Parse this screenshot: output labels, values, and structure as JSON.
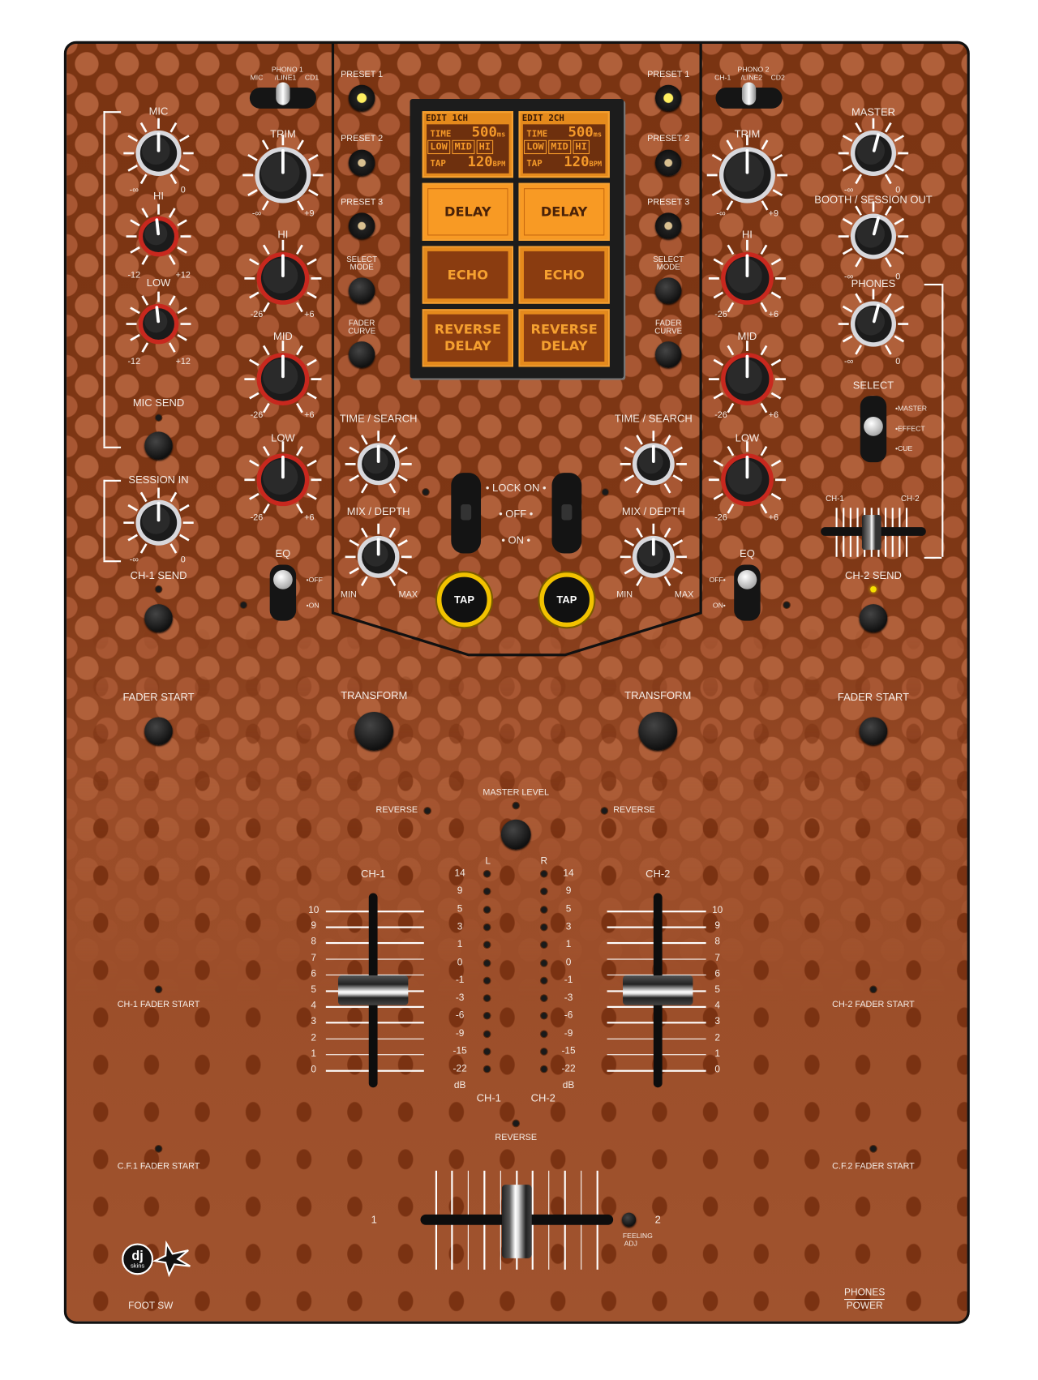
{
  "colors": {
    "panel_top": "#7a3412",
    "panel_bottom": "#a0532e",
    "dots": "#b0603a",
    "screen_orange": "#f89a24",
    "tap_ring": "#f2c200",
    "led_lit": "#f5e000"
  },
  "ch1": {
    "input_title": "PHONO 1",
    "input_options": [
      "MIC",
      "/LINE1",
      "CD1"
    ],
    "trim": {
      "label": "TRIM",
      "min": "-∞",
      "max": "+9",
      "value": 0.5
    },
    "hi": {
      "label": "HI",
      "min": "-26",
      "max": "+6",
      "value": 0.5
    },
    "mid": {
      "label": "MID",
      "min": "-26",
      "max": "+6",
      "value": 0.5
    },
    "low": {
      "label": "LOW",
      "min": "-26",
      "max": "+6",
      "value": 0.5
    },
    "eq": {
      "label": "EQ",
      "off": "•OFF",
      "on": "•ON"
    },
    "send_label": "CH-1 SEND",
    "fader_start": "FADER START",
    "transform": "TRANSFORM",
    "reverse": "REVERSE",
    "fader_label": "CH-1",
    "fader_value": 5,
    "ch_fader_start": "CH-1 FADER START",
    "cf_fader_start": "C.F.1 FADER START"
  },
  "ch2": {
    "input_title": "PHONO 2",
    "input_options": [
      "CH-1",
      "/LINE2",
      "CD2"
    ],
    "trim": {
      "label": "TRIM",
      "min": "-∞",
      "max": "+9",
      "value": 0.5
    },
    "hi": {
      "label": "HI",
      "min": "-26",
      "max": "+6",
      "value": 0.5
    },
    "mid": {
      "label": "MID",
      "min": "-26",
      "max": "+6",
      "value": 0.5
    },
    "low": {
      "label": "LOW",
      "min": "-26",
      "max": "+6",
      "value": 0.5
    },
    "eq": {
      "label": "EQ",
      "off": "OFF•",
      "on": "ON•"
    },
    "send_label": "CH-2 SEND",
    "fader_start": "FADER START",
    "transform": "TRANSFORM",
    "reverse": "REVERSE",
    "fader_label": "CH-2",
    "fader_value": 5,
    "ch_fader_start": "CH-2 FADER START",
    "cf_fader_start": "C.F.2 FADER START"
  },
  "mic": {
    "level": {
      "label": "MIC",
      "min": "-∞",
      "max": "0",
      "value": 0.5
    },
    "hi": {
      "label": "HI",
      "min": "-12",
      "max": "+12",
      "value": 0.48
    },
    "low": {
      "label": "LOW",
      "min": "-12",
      "max": "+12",
      "value": 0.48
    },
    "send_label": "MIC SEND",
    "session_in": {
      "label": "SESSION IN",
      "min": "-∞",
      "max": "0",
      "value": 0.5
    }
  },
  "output": {
    "master": {
      "label": "MASTER",
      "min": "-∞",
      "max": "0",
      "value": 0.55
    },
    "booth": {
      "label": "BOOTH / SESSION OUT",
      "min": "-∞",
      "max": "0",
      "value": 0.55
    },
    "phones": {
      "label": "PHONES",
      "min": "-∞",
      "max": "0",
      "value": 0.55
    },
    "select": {
      "label": "SELECT",
      "options": [
        "•MASTER",
        "•EFFECT",
        "•CUE"
      ],
      "selected": "EFFECT"
    },
    "phones_xf": {
      "left": "CH-1",
      "right": "CH-2",
      "value": 0.5
    }
  },
  "effects": {
    "left": {
      "presets": [
        "PRESET 1",
        "PRESET 2",
        "PRESET 3"
      ],
      "select_mode": "SELECT MODE",
      "fader_curve": "FADER CURVE",
      "time_search": "TIME / SEARCH",
      "mix_depth": "MIX / DEPTH",
      "min": "MIN",
      "max": "MAX",
      "tap": "TAP"
    },
    "right": {
      "presets": [
        "PRESET 1",
        "PRESET 2",
        "PRESET 3"
      ],
      "select_mode": "SELECT MODE",
      "fader_curve": "FADER CURVE",
      "time_search": "TIME / SEARCH",
      "mix_depth": "MIX / DEPTH",
      "min": "MIN",
      "max": "MAX",
      "tap": "TAP"
    },
    "lock": [
      "• LOCK ON •",
      "• OFF •",
      "• ON •"
    ]
  },
  "screen": {
    "left": {
      "title": "EDIT 1CH",
      "time_label": "TIME",
      "time_value": "500",
      "time_unit": "ms",
      "eq": [
        "LOW",
        "MID",
        "HI"
      ],
      "tap_label": "TAP",
      "tap_value": "120",
      "tap_unit": "BPM",
      "fx": [
        "DELAY",
        "ECHO",
        "REVERSE DELAY"
      ],
      "active": "DELAY"
    },
    "right": {
      "title": "EDIT 2CH",
      "time_label": "TIME",
      "time_value": "500",
      "time_unit": "ms",
      "eq": [
        "LOW",
        "MID",
        "HI"
      ],
      "tap_label": "TAP",
      "tap_value": "120",
      "tap_unit": "BPM",
      "fx": [
        "DELAY",
        "ECHO",
        "REVERSE DELAY"
      ],
      "active": "DELAY"
    }
  },
  "master_level": "MASTER LEVEL",
  "meter": {
    "l": "L",
    "r": "R",
    "scale": [
      "14",
      "9",
      "5",
      "3",
      "1",
      "0",
      "-1",
      "-3",
      "-6",
      "-9",
      "-15",
      "-22"
    ],
    "unit": "dB",
    "ch1": "CH-1",
    "ch2": "CH-2"
  },
  "fader_scale": [
    "10",
    "9",
    "8",
    "7",
    "6",
    "5",
    "4",
    "3",
    "2",
    "1",
    "0"
  ],
  "crossfader": {
    "left": "1",
    "right": "2",
    "reverse": "REVERSE",
    "feeling_adj": [
      "FEELING",
      "ADJ"
    ],
    "value": 0.5
  },
  "footer": {
    "foot_sw": "FOOT SW",
    "phones_power": [
      "PHONES",
      "POWER"
    ],
    "logo": "dj skins"
  }
}
